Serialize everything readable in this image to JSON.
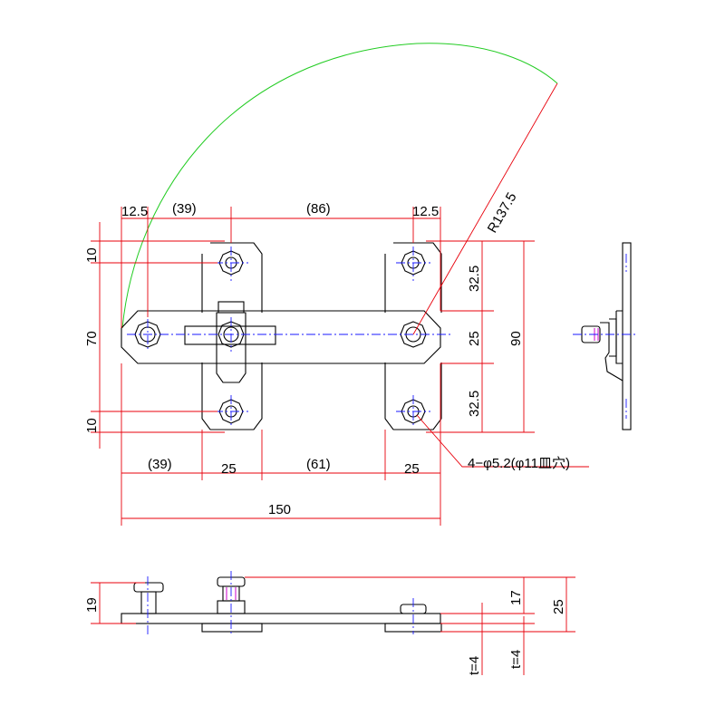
{
  "drawing": {
    "colors": {
      "outline": "#000000",
      "dimension": "#e8000b",
      "centerline": "#1a1aff",
      "swing_arc": "#22cc22",
      "detail": "#cc00cc"
    },
    "top_dims": {
      "a": "12.5",
      "b": "(39)",
      "c": "(86)",
      "d": "12.5"
    },
    "radius_label": "R137.5",
    "left_dims": {
      "top": "10",
      "mid": "70",
      "bottom": "10"
    },
    "right_dims": {
      "a": "32.5",
      "b": "25",
      "c": "32.5",
      "total": "90"
    },
    "bottom_dims": {
      "a": "(39)",
      "b": "25",
      "c": "(61)",
      "d": "25",
      "total": "150"
    },
    "hole_note": "4−φ5.2(φ11皿穴)",
    "side_dims": {
      "left_height": "19",
      "h17": "17",
      "h25": "25",
      "t1": "t=4",
      "t2": "t=4"
    }
  }
}
